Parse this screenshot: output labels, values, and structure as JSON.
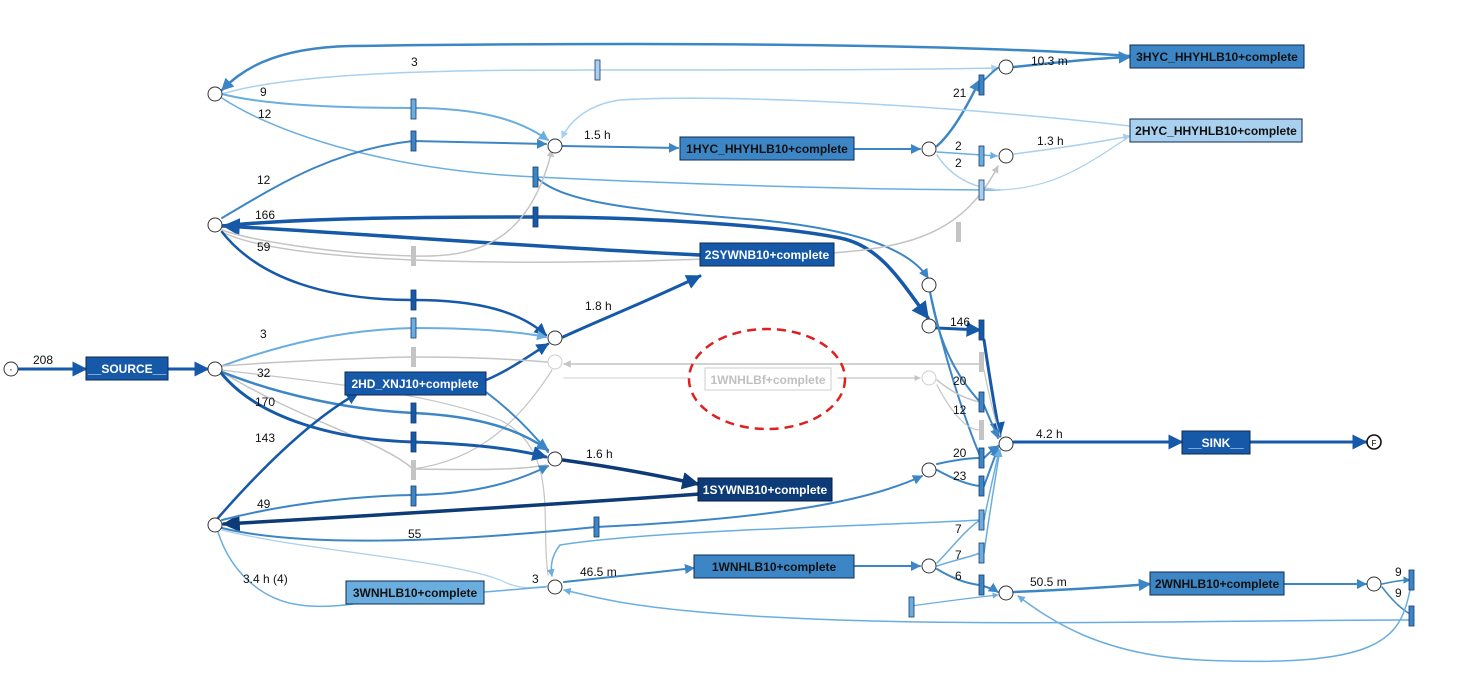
{
  "colors": {
    "dark": "#0d3b78",
    "strong": "#1659a8",
    "mid": "#3d86c6",
    "light": "#6aaee0",
    "pale": "#a9d0ee",
    "grey": "#c4c4c4",
    "highlight": "#e02020"
  },
  "activities": {
    "source": "__SOURCE__",
    "sink": "__SINK__",
    "hyc3": "3HYC_HHYHLB10+complete",
    "hyc2": "2HYC_HHYHLB10+complete",
    "hyc1": "1HYC_HHYHLB10+complete",
    "sywnb2": "2SYWNB10+complete",
    "hd2": "2HD_XNJ10+complete",
    "wnhlbf1": "1WNHLBf+complete",
    "sywnb1": "1SYWNB10+complete",
    "wnhlb1": "1WNHLB10+complete",
    "wnhlb3": "3WNHLB10+complete",
    "wnhlb2": "2WNHLB10+complete"
  },
  "terminals": {
    "start": "·",
    "end": "F"
  },
  "edge_labels": {
    "e208": "208",
    "e3_top": "3",
    "e9_top": "9",
    "e12_top": "12",
    "e10_3m": "10.3 m",
    "e21": "21",
    "e1_5h": "1.5 h",
    "e2a": "2",
    "e2b": "2",
    "e1_3h": "1.3 h",
    "e12_mid": "12",
    "e166": "166",
    "e59": "59",
    "e1_8h": "1.8 h",
    "e146": "146",
    "e3_mid": "3",
    "e32": "32",
    "e170": "170",
    "e143": "143",
    "e20a": "20",
    "e12b": "12",
    "e4_2h": "4.2 h",
    "e20b": "20",
    "e1_6h": "1.6 h",
    "e23": "23",
    "e49": "49",
    "e55": "55",
    "e7a": "7",
    "e7b": "7",
    "e46_5m": "46.5 m",
    "e3_bottom": "3",
    "e6": "6",
    "e3_4h": "3.4 h (4)",
    "e50_5m": "50.5 m",
    "e9a": "9",
    "e9b": "9"
  }
}
